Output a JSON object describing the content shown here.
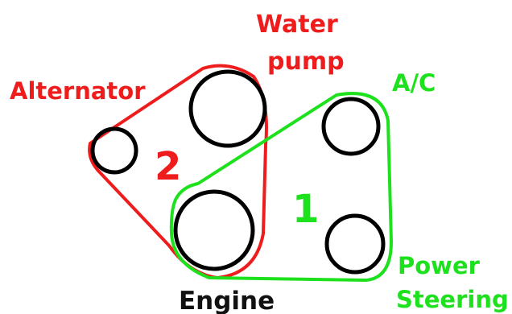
{
  "colors": {
    "belt_1": "#1ee11e",
    "belt_2": "#ee1c1c",
    "pulley": "#000000",
    "label_red": "#ee1c1c",
    "label_green": "#1ee11e",
    "label_black": "#111111"
  },
  "labels": {
    "water_pump_line1": "Water",
    "water_pump_line2": "pump",
    "alternator": "Alternator",
    "ac": "A/C",
    "engine": "Engine",
    "power_steering_line1": "Power",
    "power_steering_line2": "Steering",
    "belt_2_number": "2",
    "belt_1_number": "1"
  }
}
